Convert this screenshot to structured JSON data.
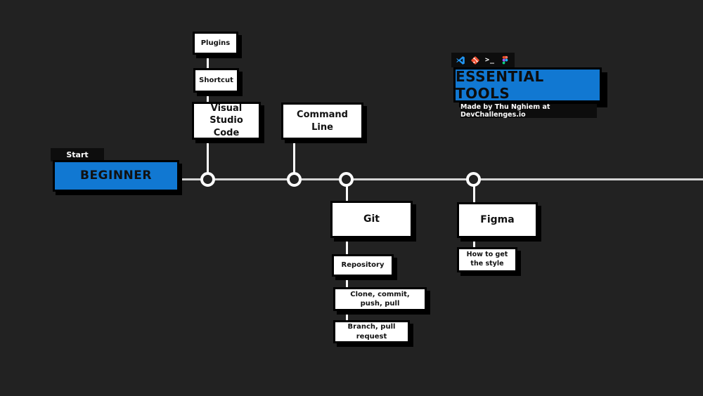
{
  "colors": {
    "background": "#222222",
    "accent_blue": "#1178d2",
    "timeline_line": "#d4d4d4",
    "connector": "#ffffff",
    "box_fill": "#ffffff",
    "box_border": "#000000",
    "vscode_icon": "#2196f3",
    "git_icon": "#f05133",
    "figma_icon": [
      "#f24e1e",
      "#ff7262",
      "#a259ff",
      "#1abcfe",
      "#0acf83"
    ]
  },
  "header": {
    "title": "ESSENTIAL TOOLS",
    "credit": "Made by Thu Nghiem at DevChallenges.io",
    "icons": [
      "vscode-icon",
      "git-icon",
      "terminal-icon",
      "figma-icon"
    ],
    "terminal_glyph": ">_"
  },
  "start": {
    "tab_label": "Start",
    "node_label": "BEGINNER"
  },
  "nodes": {
    "plugins": "Plugins",
    "shortcut": "Shortcut",
    "vscode": "Visual Studio Code",
    "command_line": "Command Line",
    "git": "Git",
    "repository": "Repository",
    "clone": "Clone, commit, push, pull",
    "branch": "Branch, pull request",
    "figma": "Figma",
    "howto": "How to get the style"
  }
}
